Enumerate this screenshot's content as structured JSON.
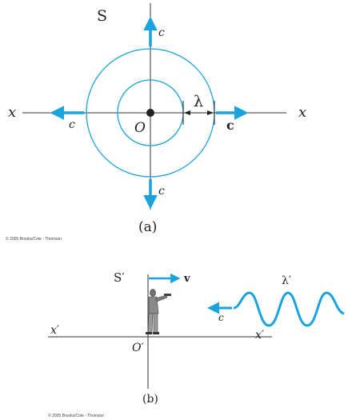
{
  "figure_a": {
    "frame_label": "S",
    "axis_label_left": "x",
    "axis_label_right": "x",
    "origin_label": "O",
    "wavelength_label": "λ",
    "arrow_label_up": "c",
    "arrow_label_down": "c",
    "arrow_label_left": "c",
    "arrow_label_right": "c",
    "caption": "(a)",
    "copyright": "© 2005 Brooks/Cole - Thomson"
  },
  "figure_b": {
    "frame_label": "S′",
    "velocity_label": "v",
    "wavelength_label": "λ′",
    "wave_speed_label": "c",
    "axis_label_left": "x′",
    "axis_label_right": "x′",
    "origin_label": "O′",
    "caption": "(b)",
    "copyright": "© 2005 Brooks/Cole - Thomson"
  },
  "colors": {
    "wave": "#1aa3dd",
    "axis": "#333333",
    "text": "#222222"
  }
}
